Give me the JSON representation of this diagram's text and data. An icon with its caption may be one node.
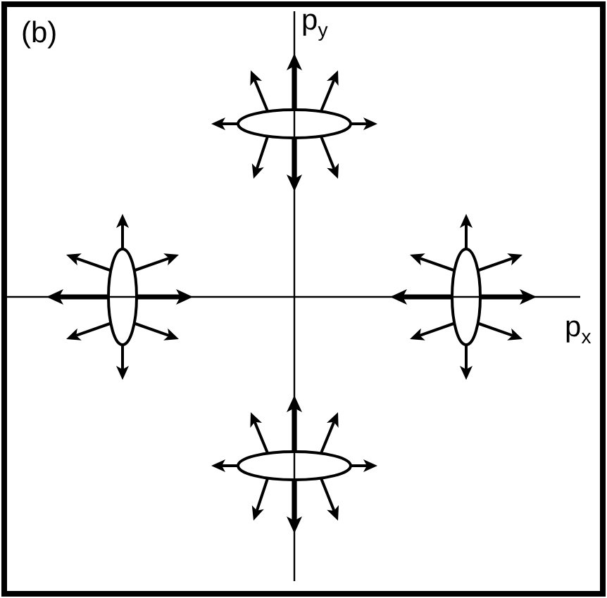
{
  "diagram": {
    "nodes": [
      {
        "text": [],
        "shape": "ellipse"
      },
      {
        "text": [],
        "shape": "ellipse"
      },
      {
        "text": [],
        "shape": "ellipse"
      },
      {
        "text": [],
        "shape": "ellipse"
      }
    ],
    "labels": [
      "(b)",
      "p$_{y}$",
      "p$_{x}$"
    ]
  }
}
